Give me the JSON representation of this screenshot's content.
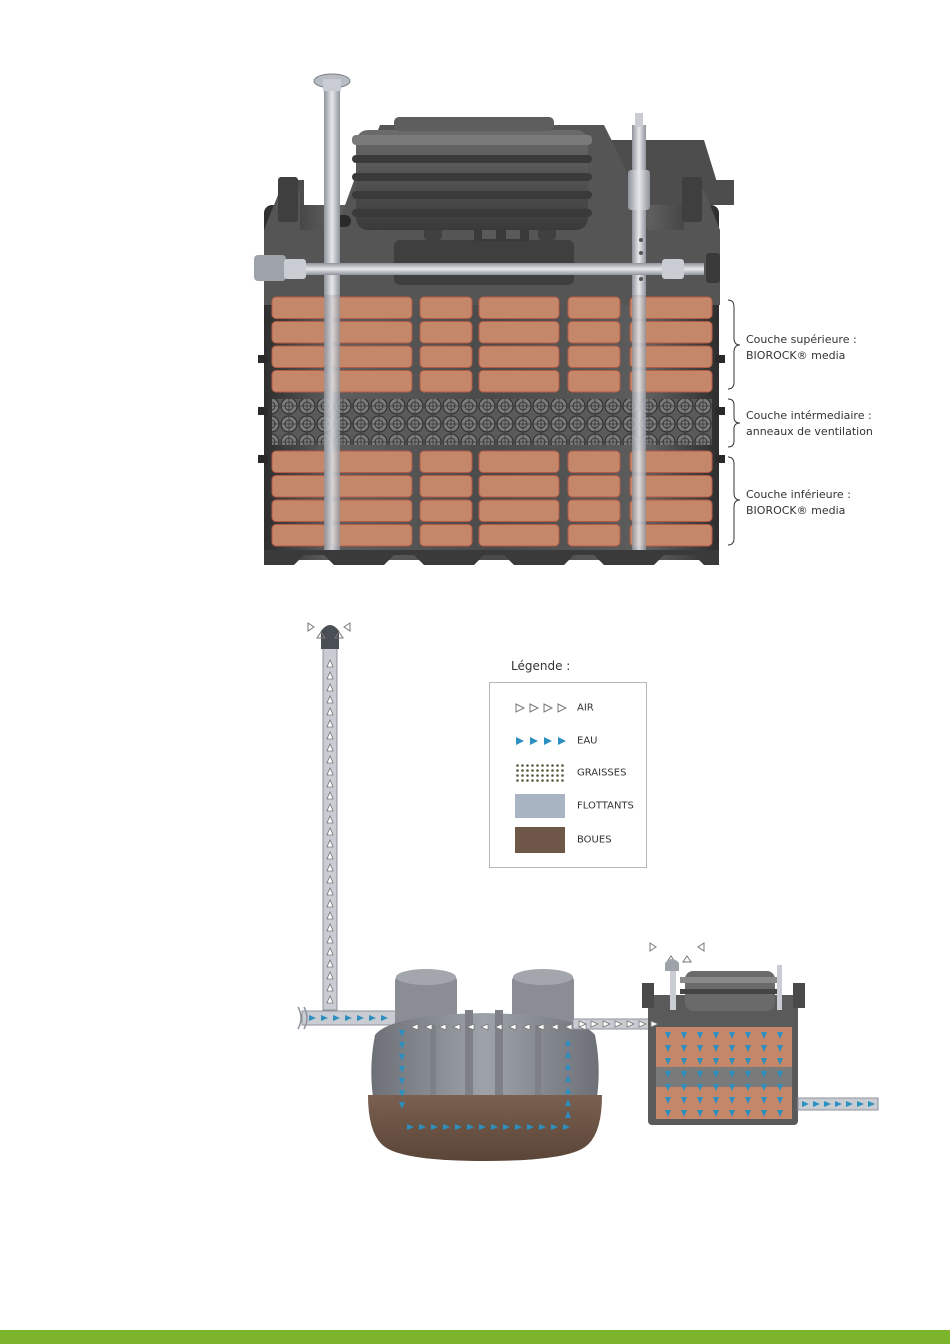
{
  "top_figure": {
    "labels": [
      {
        "line1": "Couche supérieure :",
        "line2": "BIOROCK® media"
      },
      {
        "line1": "Couche intérmediaire :",
        "line2": "anneaux de ventilation"
      },
      {
        "line1": "Couche inférieure :",
        "line2": "BIOROCK® media"
      }
    ]
  },
  "legend": {
    "title": "Légende :",
    "items": [
      {
        "key": "air",
        "label": "AIR"
      },
      {
        "key": "eau",
        "label": "EAU"
      },
      {
        "key": "graisses",
        "label": "GRAISSES"
      },
      {
        "key": "flottants",
        "label": "FLOTTANTS"
      },
      {
        "key": "boues",
        "label": "BOUES"
      }
    ]
  },
  "colors": {
    "media": "#c4876a",
    "media_border": "#b35a45",
    "tank_dark": "#3a3a3a",
    "tank_mid": "#6a6a6a",
    "pipe": "#c9ccd2",
    "water": "#2b8fbf",
    "flottants": "#a9b4c2",
    "boues": "#6e5748",
    "graisses": "#555a3a",
    "footer": "#7cb52b"
  }
}
